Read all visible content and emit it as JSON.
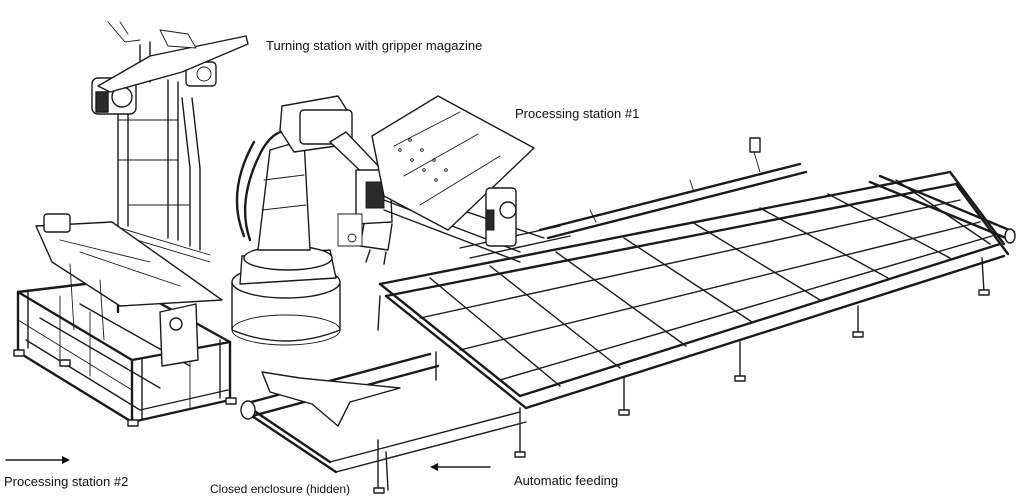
{
  "labels": {
    "turning_station": "Turning station with gripper magazine",
    "processing_station_1": "Processing station #1",
    "processing_station_2": "Processing station #2",
    "closed_enclosure": "Closed enclosure (hidden)",
    "automatic_feeding": "Automatic feeding"
  },
  "arrows": {
    "processing_station_2": "right",
    "automatic_feeding": "left"
  }
}
